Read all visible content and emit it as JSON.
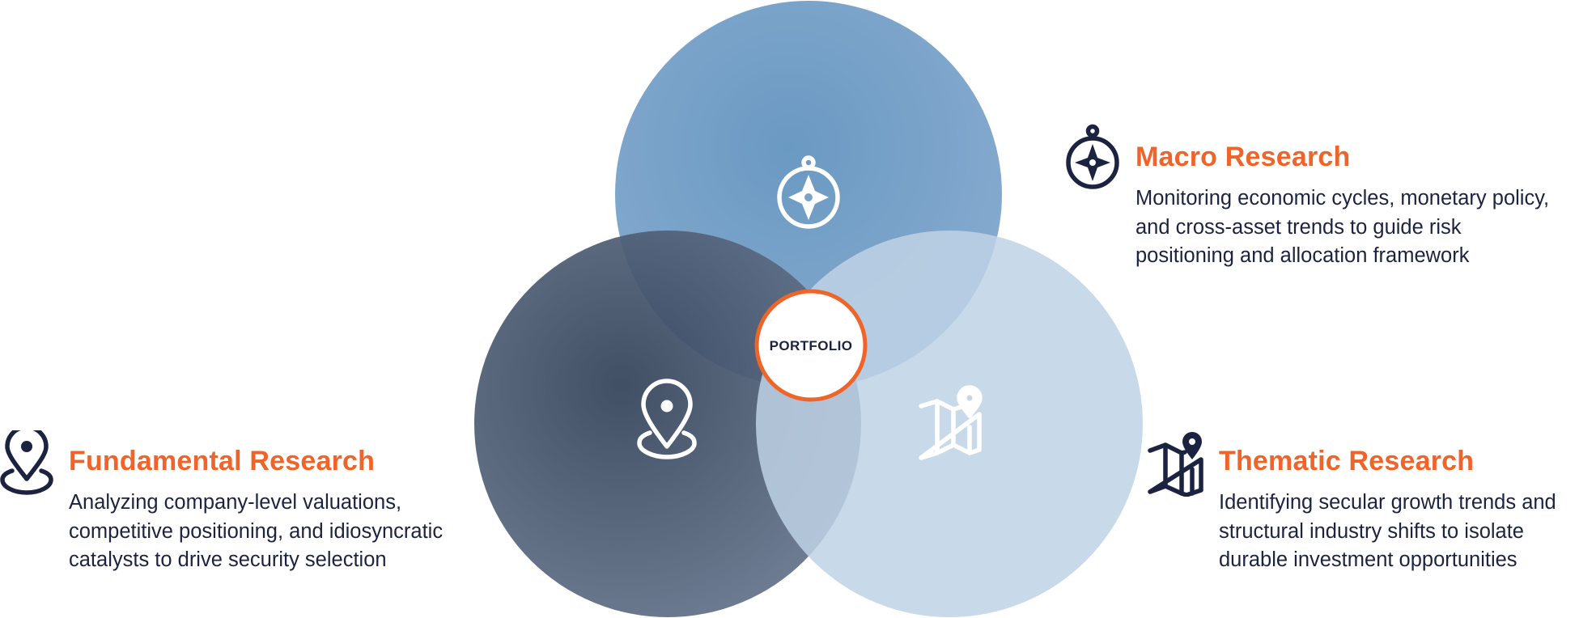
{
  "colors": {
    "accent": "#ef6428",
    "navy": "#1c2340",
    "macro_circle": "#6e9cc4",
    "fundamental_circle": "#3d4c66",
    "thematic_circle": "#c5d7e7",
    "center_ring": "#ef6428"
  },
  "diagram": {
    "center_label": "PORTFOLIO",
    "circles": [
      {
        "id": "macro",
        "icon": "compass-icon"
      },
      {
        "id": "fundamental",
        "icon": "location-pin-icon"
      },
      {
        "id": "thematic",
        "icon": "map-with-pin-icon"
      }
    ]
  },
  "macro": {
    "title": "Macro Research",
    "description": "Monitoring economic cycles, monetary policy,\nand cross-asset trends to guide risk\npositioning and allocation framework",
    "icon": "compass-icon"
  },
  "fundamental": {
    "title": "Fundamental Research",
    "description": "Analyzing company-level valuations,\ncompetitive positioning, and idiosyncratic\ncatalysts to drive security selection",
    "icon": "location-pin-icon"
  },
  "thematic": {
    "title": "Thematic Research",
    "description": "Identifying secular growth trends and\nstructural industry shifts to isolate\ndurable investment opportunities",
    "icon": "map-with-pin-icon"
  }
}
